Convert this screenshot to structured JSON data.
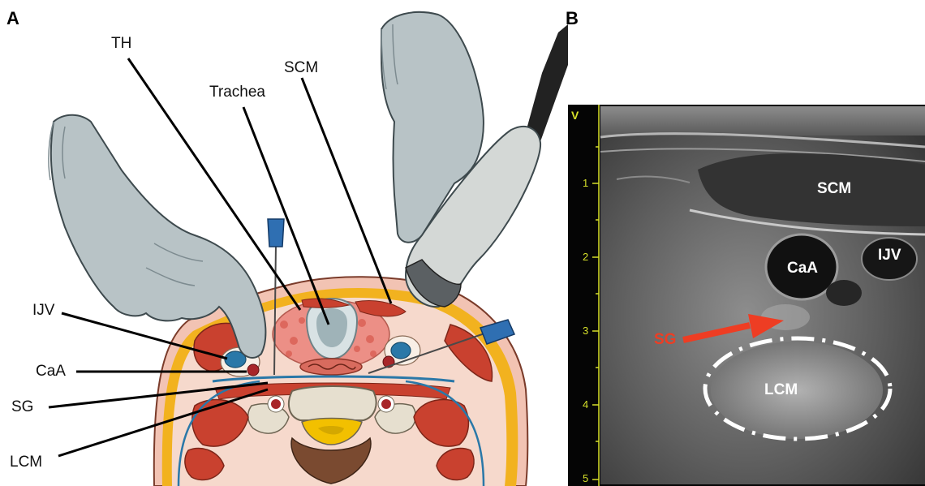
{
  "panel_a": {
    "letter": "A",
    "labels": {
      "th": "TH",
      "trachea": "Trachea",
      "scm": "SCM",
      "ijv": "IJV",
      "caa": "CaA",
      "sg": "SG",
      "lcm": "LCM"
    }
  },
  "panel_b": {
    "letter": "B",
    "depth_marker": "V",
    "depth_ticks": [
      "1",
      "2",
      "3",
      "4",
      "5"
    ],
    "labels": {
      "scm": "SCM",
      "ijv": "IJV",
      "caa": "CaA",
      "sg": "SG",
      "lcm": "LCM"
    }
  },
  "colors": {
    "muscle": "#c9412f",
    "skin": "#f6d9cc",
    "fat": "#f2b21f",
    "vein": "#2a78a8",
    "artery": "#a8262a",
    "glove": "#b8c3c6",
    "sg_arrow": "#ee3d23",
    "depth_scale": "#d6e02a"
  }
}
